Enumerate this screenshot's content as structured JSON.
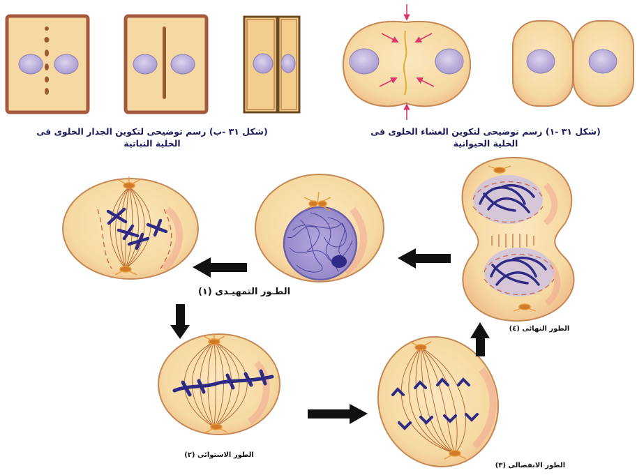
{
  "captions": {
    "plant_line1": "(شكل ٣١ -ب) رسم توضيحى لتكوين الجدار الخلوى فى",
    "plant_line2": "الخلية النباتية",
    "animal_line1": "(شكل ٣١ -١) رسم توضيحى لتكوين الغشاء الخلوى فى",
    "animal_line2": "الخلية الحيوانية"
  },
  "stages": {
    "prophase": "الطـور التمهيـدى (١)",
    "metaphase": "الطور الاستوائى (٢)",
    "anaphase": "الطور الانفصالى (٣)",
    "telophase": "الطور النهائى (٤)"
  },
  "colors": {
    "cell_fill": "#f6d9a2",
    "cell_border": "#b85c3b",
    "nucleus": "#bfb1db",
    "chromosome": "#2e2a86",
    "arrow": "#111111",
    "cytoplasm_pink": "#f3b3a3"
  }
}
